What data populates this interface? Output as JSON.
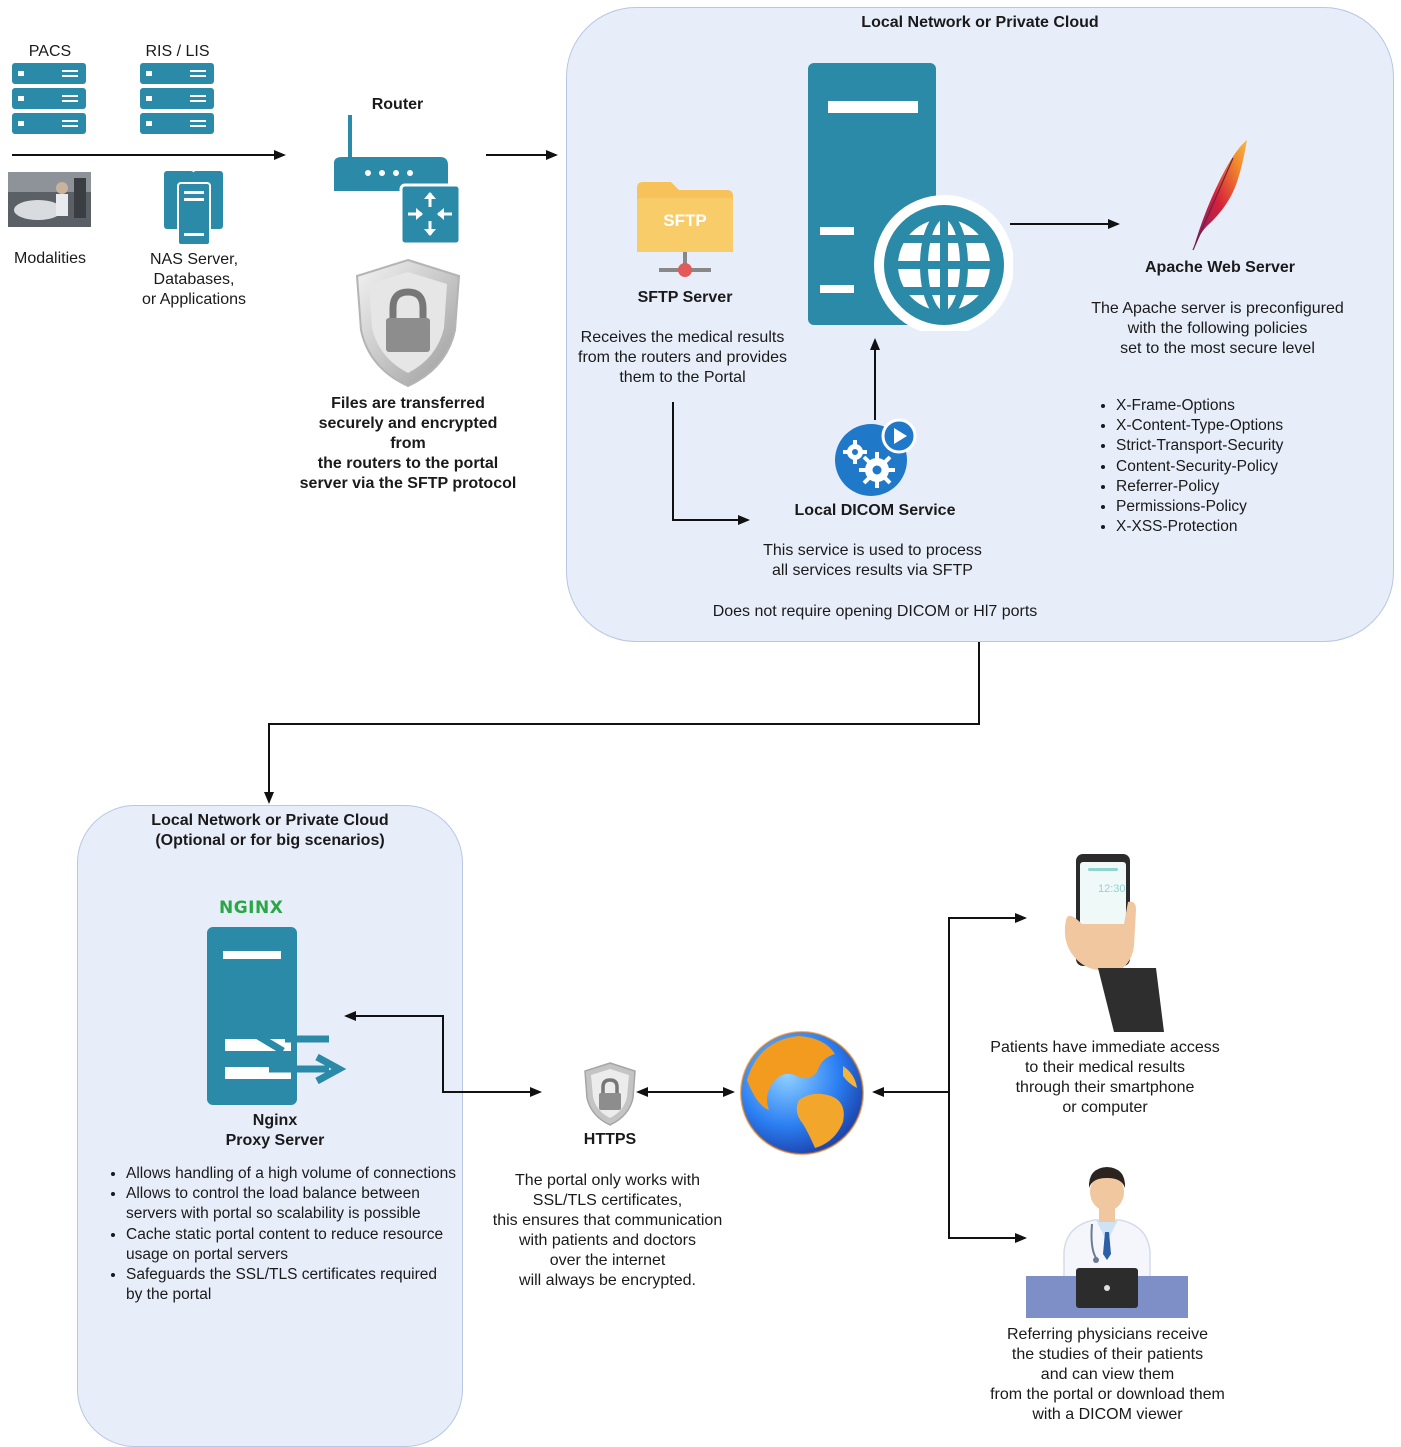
{
  "top": {
    "pacs_label": "PACS",
    "ris_label": "RIS / LIS",
    "modalities_label": "Modalities",
    "nas_label": "NAS Server,\nDatabases,\nor Applications",
    "router_label": "Router",
    "sftp_note": "Files are transferred\nsecurely and encrypted\nfrom\nthe routers to the portal\nserver via the SFTP protocol"
  },
  "cloud1": {
    "title": "Local Network or Private Cloud",
    "sftp_icon_text": "SFTP",
    "sftp_title": "SFTP Server",
    "sftp_desc": "Receives the medical results\nfrom the routers and provides\nthem to the Portal",
    "dicom_title": "Local DICOM Service",
    "dicom_desc": "This service is used to process\nall services results via SFTP",
    "dicom_note": "Does not require opening DICOM or Hl7 ports",
    "apache_title": "Apache Web Server",
    "apache_desc": "The Apache server is preconfigured\nwith the following policies\nset to the most secure level",
    "policies": [
      "X-Frame-Options",
      "X-Content-Type-Options",
      "Strict-Transport-Security",
      "Content-Security-Policy",
      "Referrer-Policy",
      "Permissions-Policy",
      "X-XSS-Protection"
    ]
  },
  "cloud2": {
    "title": "Local Network or Private Cloud\n(Optional or for big scenarios)",
    "nginx_logo": "NGINX",
    "nginx_title": "Nginx\nProxy Server",
    "features": [
      "Allows handling of a high volume of connections",
      "Allows to control the load balance between servers with portal so scalability is possible",
      "Cache static portal content to reduce resource usage on portal servers",
      "Safeguards the SSL/TLS certificates required by the portal"
    ]
  },
  "bottom": {
    "https_label": "HTTPS",
    "https_desc": "The portal only works with\nSSL/TLS certificates,\nthis ensures that communication\nwith patients and doctors\nover the internet\nwill always be encrypted.",
    "phone_time": "12:30",
    "patients_desc": "Patients have immediate access\nto their medical results\nthrough their smartphone\nor computer",
    "physicians_desc": "Referring physicians receive\nthe studies of their patients\nand can view them\nfrom the portal or download them\nwith a DICOM viewer"
  },
  "colors": {
    "cloud_fill": "#e8eef9",
    "server_teal": "#2a8aa7",
    "nginx_green": "#2aa745",
    "sftp_folder": "#f7c25a"
  }
}
